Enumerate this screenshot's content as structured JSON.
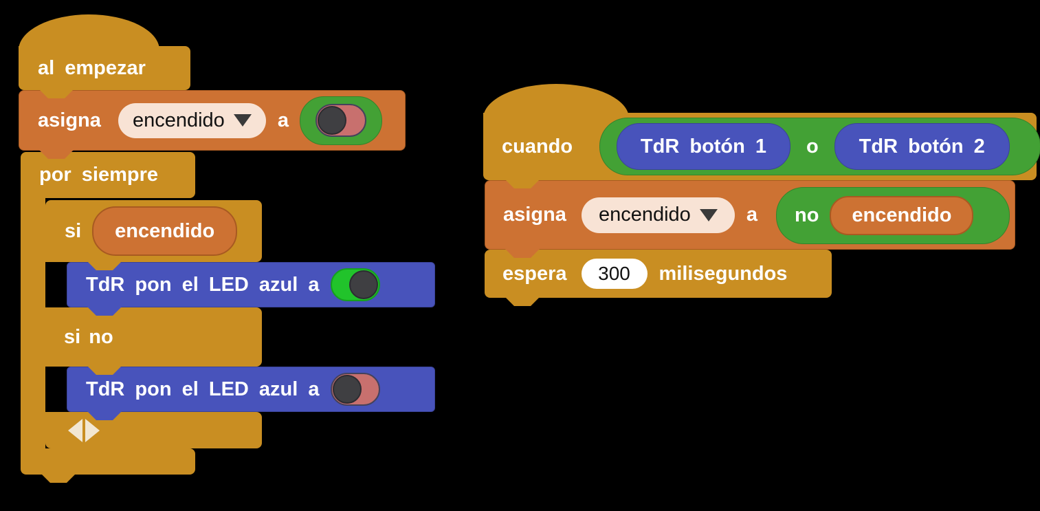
{
  "palette": {
    "canvas": "#000000",
    "gold": "#c98e22",
    "gold_border": "#a5721a",
    "orange": "#cd7233",
    "orange_border": "#a85a21",
    "green": "#43a135",
    "green_border": "#35832b",
    "blue": "#4853bb",
    "blue_border": "#3a4398",
    "cream": "#f8e3d5",
    "white_input": "#ffffff",
    "toggle_red": "#c8706e",
    "toggle_red_border": "#45425c",
    "toggle_green": "#21c32b",
    "toggle_green_border": "#16a01f",
    "knob": "#3f3f42",
    "knob_border": "#2c2c31",
    "arrow_cream": "#f2e7d2",
    "text_dark": "#111111"
  },
  "left_script": {
    "hat_label": "al empezar",
    "set_block": {
      "label": "asigna",
      "variable": "encendido",
      "connector": "a",
      "toggle_state": "off"
    },
    "forever_label": "por siempre",
    "if_label": "si",
    "if_condition": "encendido",
    "led_on_label": "TdR pon el LED azul a",
    "led_on_toggle_state": "on",
    "else_label": "si no",
    "led_off_label": "TdR pon el LED azul a",
    "led_off_toggle_state": "off"
  },
  "right_script": {
    "hat_label": "cuando",
    "button1": "TdR botón 1",
    "or_label": "o",
    "button2": "TdR botón 2",
    "set_block": {
      "label": "asigna",
      "variable": "encendido",
      "connector": "a",
      "not_label": "no",
      "operand": "encendido"
    },
    "wait_block": {
      "label": "espera",
      "value": "300",
      "unit": "milisegundos"
    }
  }
}
